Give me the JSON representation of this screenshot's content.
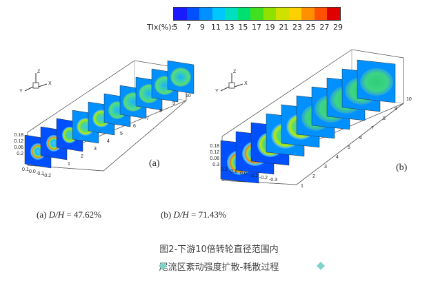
{
  "colorbar": {
    "label": "TIx(%):",
    "ticks": [
      "5",
      "7",
      "9",
      "11",
      "13",
      "15",
      "17",
      "19",
      "21",
      "23",
      "25",
      "27",
      "29"
    ],
    "colors": [
      "#1a1aff",
      "#0050ff",
      "#0090ff",
      "#00c8ff",
      "#00e0c0",
      "#00e070",
      "#40e020",
      "#90e000",
      "#d0e000",
      "#ffd000",
      "#ff9000",
      "#ff5000",
      "#e00000"
    ]
  },
  "panels": [
    {
      "label": "(a)",
      "y_ticks": [
        "0.18",
        "0.12",
        "0.06",
        "0.2"
      ],
      "z_ticks": [
        "0.1",
        "0.0",
        "-0.1",
        "-0.2"
      ],
      "x_ticks": [
        "1",
        "2",
        "3",
        "4",
        "5",
        "6",
        "7",
        "8",
        "9",
        "10"
      ],
      "axes_labels": {
        "z": "Z",
        "y": "Y",
        "x": "X"
      }
    },
    {
      "label": "(b)",
      "y_ticks": [
        "0.18",
        "0.12",
        "0.06",
        "0.3"
      ],
      "z_ticks": [
        "0.2",
        "0.1",
        "0.0",
        "-0.1",
        "-0.2",
        "-0.3"
      ],
      "x_ticks": [
        "1",
        "2",
        "3",
        "4",
        "5",
        "6",
        "7",
        "8",
        "9",
        "10"
      ],
      "axes_labels": {
        "z": "Z",
        "y": "Y",
        "x": "X"
      }
    }
  ],
  "subcaptions": {
    "a_prefix": "(a) ",
    "a_var": "D/H",
    "a_value": " = 47.62%",
    "b_prefix": "(b) ",
    "b_var": "D/H",
    "b_value": " = 71.43%"
  },
  "caption": {
    "line1": "图2-下游10倍转轮直径范围内",
    "line2": "尾流区紊动强度扩散-耗散过程",
    "diamond_color": "#7fd3c8"
  }
}
